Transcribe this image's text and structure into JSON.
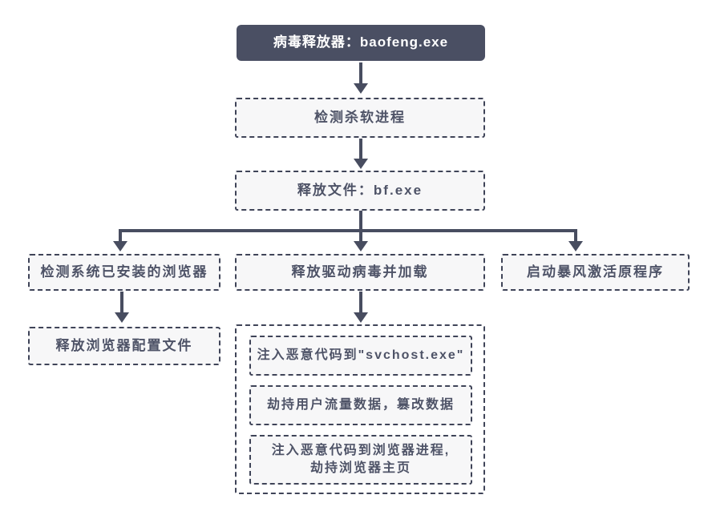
{
  "diagram": {
    "type": "flowchart",
    "subject": "virus dropper behavior flow"
  },
  "nodes": {
    "dropper": {
      "label": "病毒释放器：baofeng.exe"
    },
    "detect_antivirus": {
      "label": "检测杀软进程"
    },
    "drop_file": {
      "label": "释放文件：bf.exe"
    },
    "detect_browsers": {
      "label": "检测系统已安装的浏览器"
    },
    "load_driver_virus": {
      "label": "释放驱动病毒并加载"
    },
    "launch_original": {
      "label": "启动暴风激活原程序"
    },
    "drop_browser_config": {
      "label": "释放浏览器配置文件"
    },
    "inject_svchost": {
      "label": "注入恶意代码到\"svchost.exe\""
    },
    "hijack_traffic": {
      "label": "劫持用户流量数据，篡改数据"
    },
    "inject_browser": {
      "label": "注入恶意代码到浏览器进程,\n劫持浏览器主页"
    }
  },
  "edges": [
    {
      "from": "dropper",
      "to": "detect_antivirus"
    },
    {
      "from": "detect_antivirus",
      "to": "drop_file"
    },
    {
      "from": "drop_file",
      "to": "detect_browsers"
    },
    {
      "from": "drop_file",
      "to": "load_driver_virus"
    },
    {
      "from": "drop_file",
      "to": "launch_original"
    },
    {
      "from": "detect_browsers",
      "to": "drop_browser_config"
    },
    {
      "from": "load_driver_virus",
      "to": "payload_group"
    }
  ],
  "colors": {
    "background": "#ffffff",
    "node_solid_bg": "#4a4f63",
    "node_solid_text": "#ffffff",
    "node_dashed_bg": "#f7f7f8",
    "node_border": "#3f4458",
    "connector": "#484d60",
    "text": "#4e5367"
  }
}
